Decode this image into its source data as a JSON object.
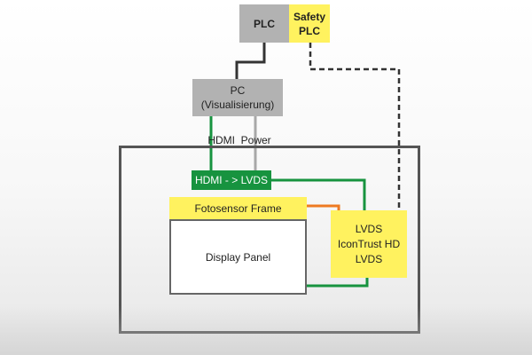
{
  "diagram": {
    "plc": "PLC",
    "safety_plc": {
      "line1": "Safety",
      "line2": "PLC"
    },
    "pc": {
      "line1": "PC",
      "line2": "(Visualisierung)"
    },
    "hdmi_power_label": "HDMI  Power",
    "converter": "HDMI - > LVDS",
    "fotosensor": "Fotosensor Frame",
    "display_panel": "Display Panel",
    "lvds_module": {
      "line1": "LVDS",
      "line2": "IconTrust HD",
      "line3": "LVDS"
    }
  },
  "colors": {
    "grey_box": "#b2b2b2",
    "yellow_box": "#fff25f",
    "green_box": "#17933f",
    "wire_black": "#333333",
    "wire_green": "#17933f",
    "wire_grey": "#a8a8a8",
    "wire_orange": "#ee7a22"
  }
}
